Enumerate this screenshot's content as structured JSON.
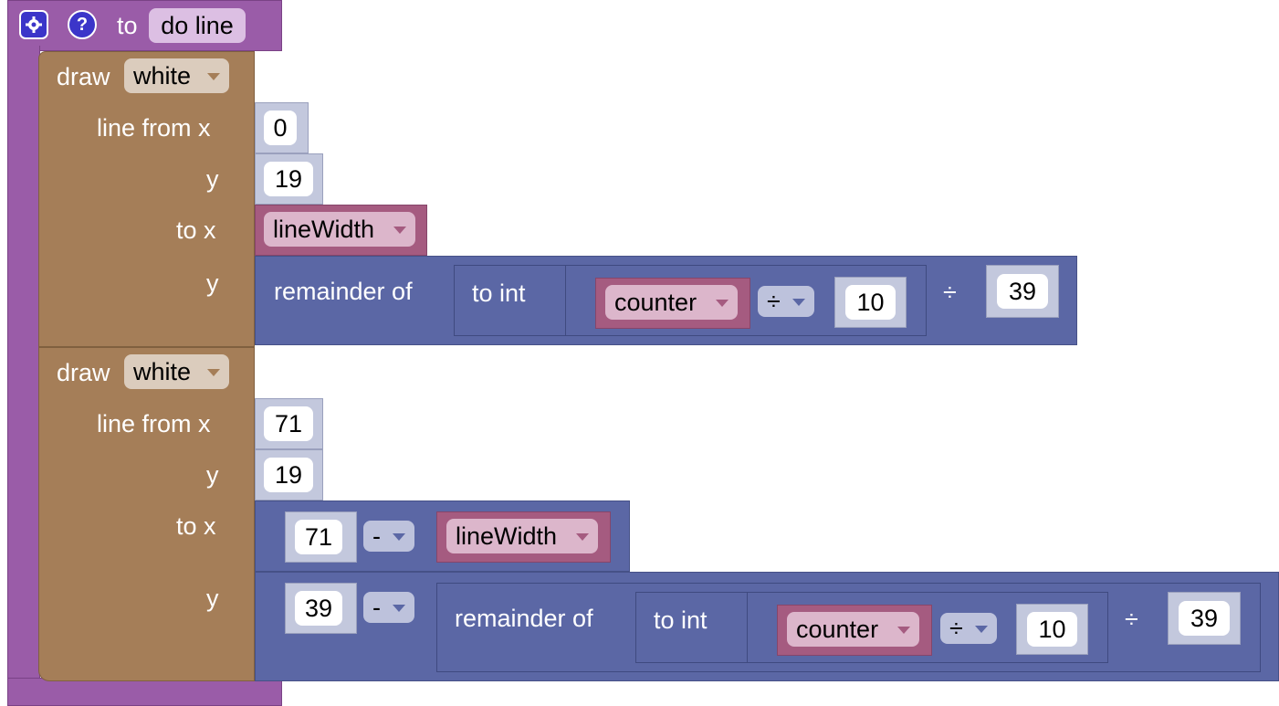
{
  "procedure": {
    "settings_icon": "gear-icon",
    "help_icon": "question-icon",
    "help_symbol": "?",
    "to_label": "to",
    "name": "do line"
  },
  "block1": {
    "draw_label": "draw",
    "color": "white",
    "line_from_x_label": "line from x",
    "y_label": "y",
    "to_x_label": "to x",
    "y2_label": "y",
    "x1": "0",
    "y1": "19",
    "x2_var": "lineWidth",
    "y2_expr": {
      "remainder_label": "remainder of",
      "to_int_label": "to int",
      "var": "counter",
      "op": "÷",
      "divisor": "10",
      "div_symbol": "÷",
      "modulus": "39"
    }
  },
  "block2": {
    "draw_label": "draw",
    "color": "white",
    "line_from_x_label": "line from x",
    "y_label": "y",
    "to_x_label": "to x",
    "y2_label": "y",
    "x1": "71",
    "y1": "19",
    "x2_expr": {
      "left": "71",
      "op": "-",
      "var": "lineWidth"
    },
    "y2_expr": {
      "left": "39",
      "op": "-",
      "remainder_label": "remainder of",
      "to_int_label": "to int",
      "var": "counter",
      "div_op": "÷",
      "divisor": "10",
      "div_symbol": "÷",
      "modulus": "39"
    }
  },
  "colors": {
    "procedure": "#9a5ca8",
    "draw": "#a57e58",
    "math": "#5b67a5",
    "variable": "#a55b80",
    "number": "#c3c8dd"
  }
}
